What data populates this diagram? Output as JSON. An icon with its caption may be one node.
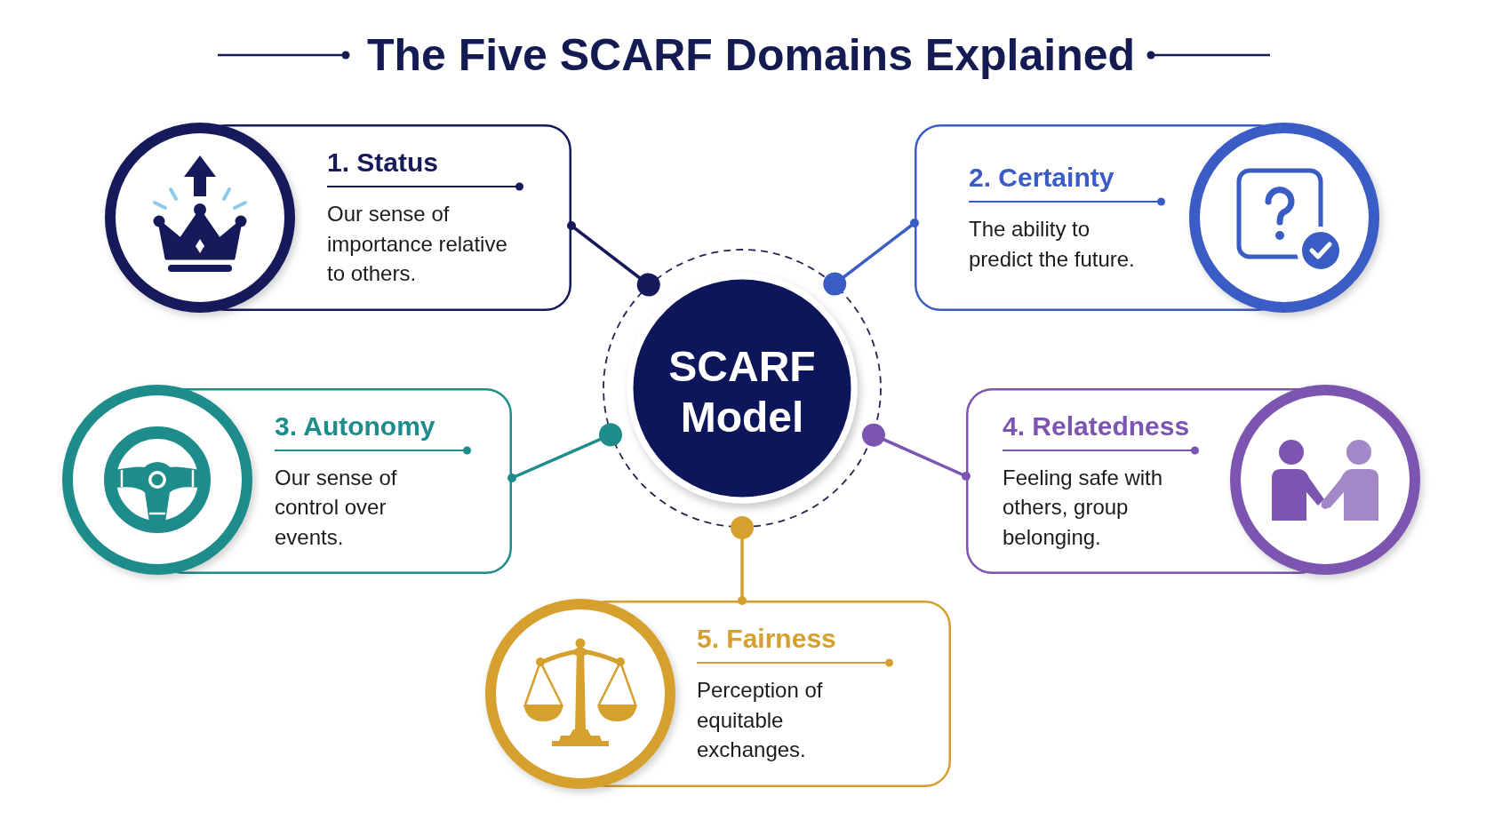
{
  "diagram": {
    "title": "The Five SCARF Domains Explained",
    "nodes": [
      {
        "text": [
          "1. Status",
          "Our sense of importance relative to others."
        ]
      },
      {
        "text": [
          "2. Certainty",
          "The ability to predict the future."
        ]
      },
      {
        "text": [
          "SCARF Model"
        ]
      },
      {
        "text": [
          "3. Autonomy",
          "Our sense of control over events."
        ]
      },
      {
        "text": [
          "4. Relatedness",
          "Feeling safe with others, group belonging."
        ]
      },
      {
        "text": [
          "5. Fairness",
          "Perception of equitable exchanges."
        ]
      }
    ],
    "edges": [
      {
        "from": 2,
        "to": 0,
        "arrow": "other",
        "color": "#16195a"
      },
      {
        "from": 2,
        "to": 1,
        "arrow": "other",
        "color": "#3a5cc5"
      },
      {
        "from": 2,
        "to": 3,
        "arrow": "other",
        "color": "#1f8c8c"
      },
      {
        "from": 2,
        "to": 4,
        "arrow": "other",
        "color": "#7b55b0"
      },
      {
        "from": 2,
        "to": 5,
        "arrow": "other",
        "color": "#d6a02f"
      }
    ]
  }
}
